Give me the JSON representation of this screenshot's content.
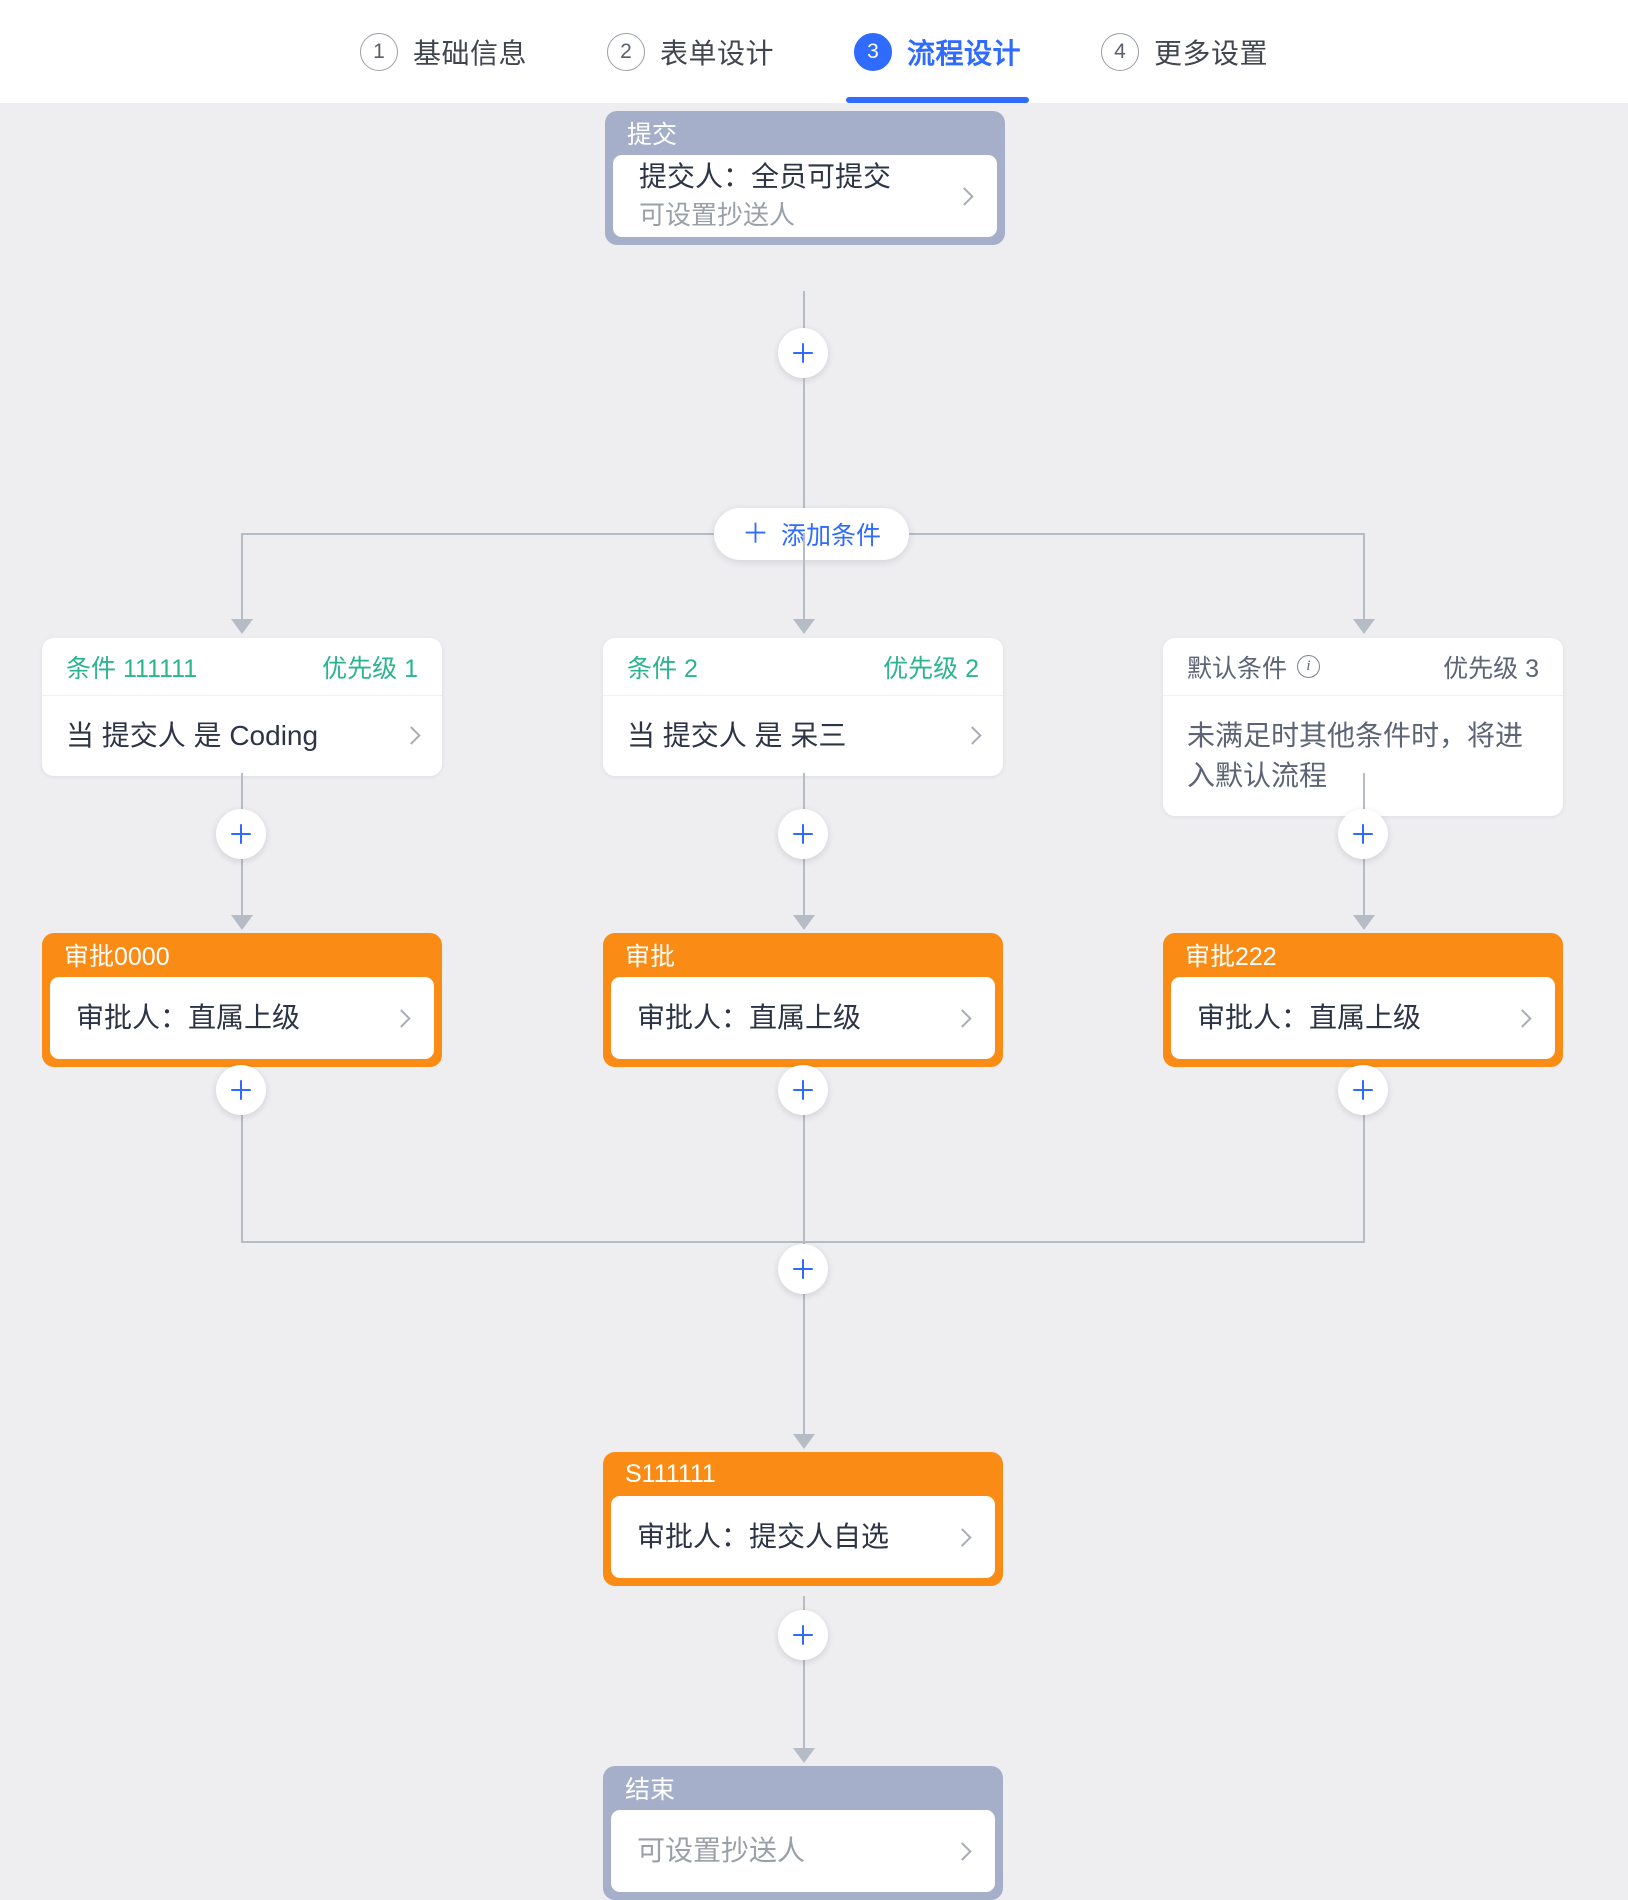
{
  "steps": [
    {
      "num": "①",
      "numText": "1",
      "label": "基础信息",
      "active": false
    },
    {
      "num": "②",
      "numText": "2",
      "label": "表单设计",
      "active": false
    },
    {
      "num": "③",
      "numText": "3",
      "label": "流程设计",
      "active": true
    },
    {
      "num": "④",
      "numText": "4",
      "label": "更多设置",
      "active": false
    }
  ],
  "colors": {
    "accent": "#2f6bff",
    "start_end_node": "#a6afc9",
    "approval_node": "#fa8c16",
    "condition_green": "#2bb491",
    "canvas_bg": "#eeeef0",
    "connector": "#b6bcc6"
  },
  "flow": {
    "start_node": {
      "header": "提交",
      "main_text": "提交人：全员可提交",
      "sub_text": "可设置抄送人",
      "chevron": "chevron-right-icon"
    },
    "add_condition_button": {
      "plus": "＋",
      "label": "添加条件"
    },
    "branches": [
      {
        "condition": {
          "title": "条件 111111",
          "priority": "优先级 1",
          "body": "当 提交人 是 Coding",
          "is_default": false,
          "chevron": "chevron-right-icon"
        },
        "approval": {
          "header": "审批0000",
          "main_text": "审批人：直属上级",
          "chevron": "chevron-right-icon"
        }
      },
      {
        "condition": {
          "title": "条件 2",
          "priority": "优先级 2",
          "body": "当 提交人 是 呆三",
          "is_default": false,
          "chevron": "chevron-right-icon"
        },
        "approval": {
          "header": "审批",
          "main_text": "审批人：直属上级",
          "chevron": "chevron-right-icon"
        }
      },
      {
        "condition": {
          "title": "默认条件",
          "info_icon": "info-icon",
          "priority": "优先级 3",
          "body": "未满足时其他条件时，将进入默认流程",
          "is_default": true,
          "chevron": null
        },
        "approval": {
          "header": "审批222",
          "main_text": "审批人：直属上级",
          "chevron": "chevron-right-icon"
        }
      }
    ],
    "merge_node": {
      "header": "S111111",
      "main_text": "审批人：提交人自选",
      "chevron": "chevron-right-icon"
    },
    "end_node": {
      "header": "结束",
      "placeholder": "可设置抄送人",
      "chevron": "chevron-right-icon"
    }
  }
}
